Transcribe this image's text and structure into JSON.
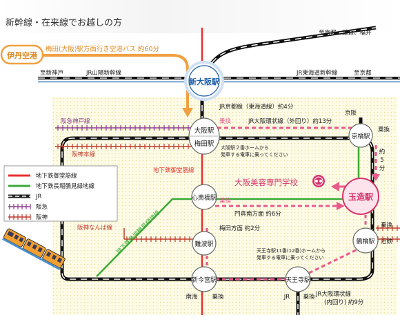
{
  "heading": "新幹線・在来線でお越しの方",
  "dest_top": "至京都、滋賀、福井",
  "airport": {
    "name": "伊丹空港",
    "bus_note": "梅田(大阪)駅方面行き空港バス 約60分"
  },
  "shinkansen": {
    "west_dest": "至新神戸",
    "west_line": "JR山陽新幹線",
    "east_line": "JR東海道新幹線",
    "east_dest": "至京都"
  },
  "stations": {
    "shin_osaka": "新大阪駅",
    "osaka": "大阪駅",
    "umeda": "梅田駅",
    "kyobashi": "京橋駅",
    "shinsaibashi": "心斎橋駅",
    "namba": "難波駅",
    "shin_imamiya": "新今宮駅",
    "tennoji": "天王寺駅",
    "tsuruhashi": "鶴橋駅",
    "tamatsukuri": "玉造駅"
  },
  "school": "大阪美容専門学校",
  "lines_labels": {
    "jr_kyoto": "JR京都線（東海道線）約4分",
    "transfer": "乗換",
    "loop_outer": "JR大阪環状線（外回り）約13分",
    "hankyu_kobe": "阪急神戸線",
    "hanshin_main": "阪神本線",
    "platform_osaka": "大阪駅２番ホームから",
    "platform_osaka2": "発車する電車に乗ってください",
    "midosuji": "地下鉄御堂筋線",
    "nagahori_walk": "門真南方面 約6分",
    "umeda_dir": "梅田方面 約2分",
    "namba_line": "阪神なんば線",
    "nagahori_diag": "地下鉄長堀鶴見緑地線",
    "tennoji_platform": "天王寺駅11番(12番)ホームから",
    "tennoji_platform2": "発車する電車に乗ってください",
    "loop_inner": "JR大阪環状線",
    "loop_inner2": "(内回り) 約9分",
    "keihan": "京阪",
    "kintetsu": "近鉄",
    "yaku": "約",
    "five": "5",
    "minutes": "分",
    "nankai": "南海",
    "jr": "JR",
    "norikae": "乗換"
  },
  "legend": [
    {
      "label": "地下鉄御堂筋線",
      "color": "#e8302e",
      "style": "solid"
    },
    {
      "label": "地下鉄長堀鶴見緑地線",
      "color": "#3aaa35",
      "style": "solid"
    },
    {
      "label": "JR",
      "color": "#222222",
      "style": "jr"
    },
    {
      "label": "阪急",
      "color": "#8c3a8c",
      "style": "hatch"
    },
    {
      "label": "阪神",
      "color": "#c0392b",
      "style": "hatch"
    }
  ],
  "colors": {
    "midosuji": "#e8302e",
    "nagahori": "#3aaa35",
    "route": "#e85a8c",
    "airport": "#f0a040",
    "station_blue": "#1e5fa8",
    "tamatsukuri": "#d6336c"
  }
}
